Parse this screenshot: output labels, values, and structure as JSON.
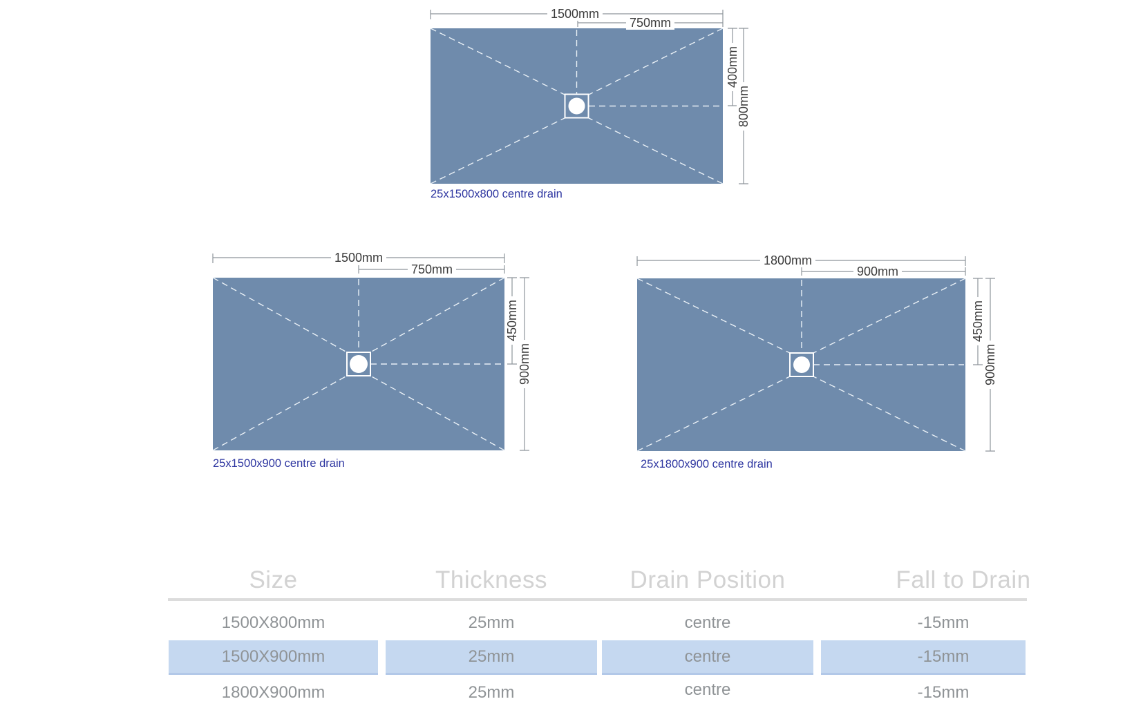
{
  "diagrams": [
    {
      "caption": "25x1500x800 centre drain",
      "dim_width": "1500mm",
      "dim_half_width": "750mm",
      "dim_half_height": "400mm",
      "dim_height": "800mm",
      "drain_icon": "drain-circle"
    },
    {
      "caption": "25x1500x900 centre drain",
      "dim_width": "1500mm",
      "dim_half_width": "750mm",
      "dim_half_height": "450mm",
      "dim_height": "900mm",
      "drain_icon": "drain-circle"
    },
    {
      "caption": "25x1800x900 centre drain",
      "dim_width": "1800mm",
      "dim_half_width": "900mm",
      "dim_half_height": "450mm",
      "dim_height": "900mm",
      "drain_icon": "drain-circle"
    }
  ],
  "table": {
    "headers": [
      "Size",
      "Thickness",
      "Drain Position",
      "Fall to Drain"
    ],
    "rows": [
      {
        "size": "1500X800mm",
        "thickness": "25mm",
        "drain_position": "centre",
        "fall_to_drain": "-15mm",
        "highlighted": false
      },
      {
        "size": "1500X900mm",
        "thickness": "25mm",
        "drain_position": "centre",
        "fall_to_drain": "-15mm",
        "highlighted": true
      },
      {
        "size": "1800X900mm",
        "thickness": "25mm",
        "drain_position": "centre",
        "fall_to_drain": "-15mm",
        "highlighted": false
      }
    ]
  },
  "colors": {
    "tray_fill": "#6F8BAC",
    "dash_line": "#E9F0F6",
    "drain_white": "#FFFFFF",
    "dim_line": "#8E959B",
    "dim_text": "#3C3C3C",
    "caption_text": "#2D35A0",
    "table_header_text": "#D2D2D2",
    "table_row_text": "#8F9396",
    "row_highlight": "#C5D8F0",
    "row_highlight_edge": "#B2C8E8",
    "divider": "#DCDCDC"
  }
}
